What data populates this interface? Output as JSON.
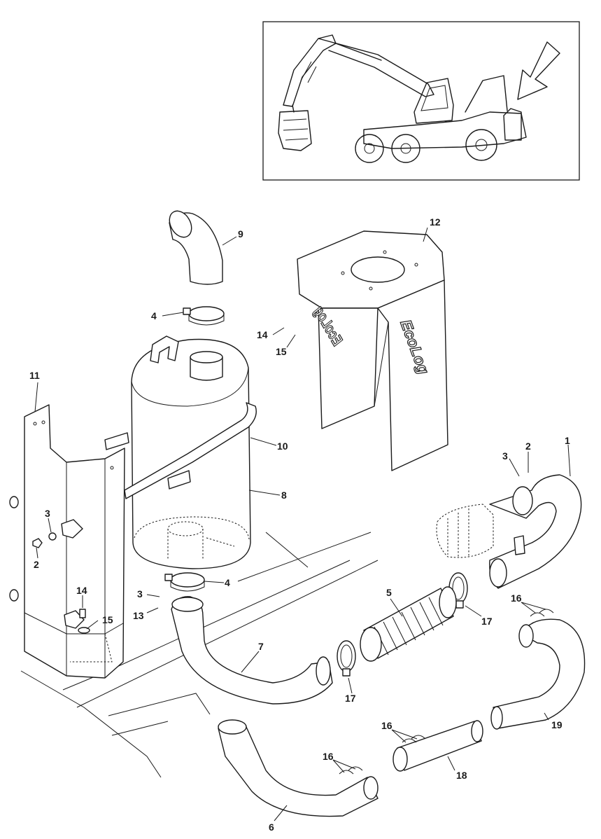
{
  "brand_text": "EcoLog",
  "brand_text_mirrored": "EcoLog",
  "callouts": [
    {
      "id": "c1",
      "text": "1"
    },
    {
      "id": "c2a",
      "text": "2"
    },
    {
      "id": "c2b",
      "text": "2"
    },
    {
      "id": "c3a",
      "text": "3"
    },
    {
      "id": "c3b",
      "text": "3"
    },
    {
      "id": "c3c",
      "text": "3"
    },
    {
      "id": "c4a",
      "text": "4"
    },
    {
      "id": "c4b",
      "text": "4"
    },
    {
      "id": "c5",
      "text": "5"
    },
    {
      "id": "c6",
      "text": "6"
    },
    {
      "id": "c7",
      "text": "7"
    },
    {
      "id": "c8",
      "text": "8"
    },
    {
      "id": "c9",
      "text": "9"
    },
    {
      "id": "c10",
      "text": "10"
    },
    {
      "id": "c11",
      "text": "11"
    },
    {
      "id": "c12",
      "text": "12"
    },
    {
      "id": "c13",
      "text": "13"
    },
    {
      "id": "c14a",
      "text": "14"
    },
    {
      "id": "c14b",
      "text": "14"
    },
    {
      "id": "c15a",
      "text": "15"
    },
    {
      "id": "c15b",
      "text": "15"
    },
    {
      "id": "c16a",
      "text": "16"
    },
    {
      "id": "c16b",
      "text": "16"
    },
    {
      "id": "c16c",
      "text": "16"
    },
    {
      "id": "c17a",
      "text": "17"
    },
    {
      "id": "c17b",
      "text": "17"
    },
    {
      "id": "c18",
      "text": "18"
    },
    {
      "id": "c19",
      "text": "19"
    }
  ]
}
